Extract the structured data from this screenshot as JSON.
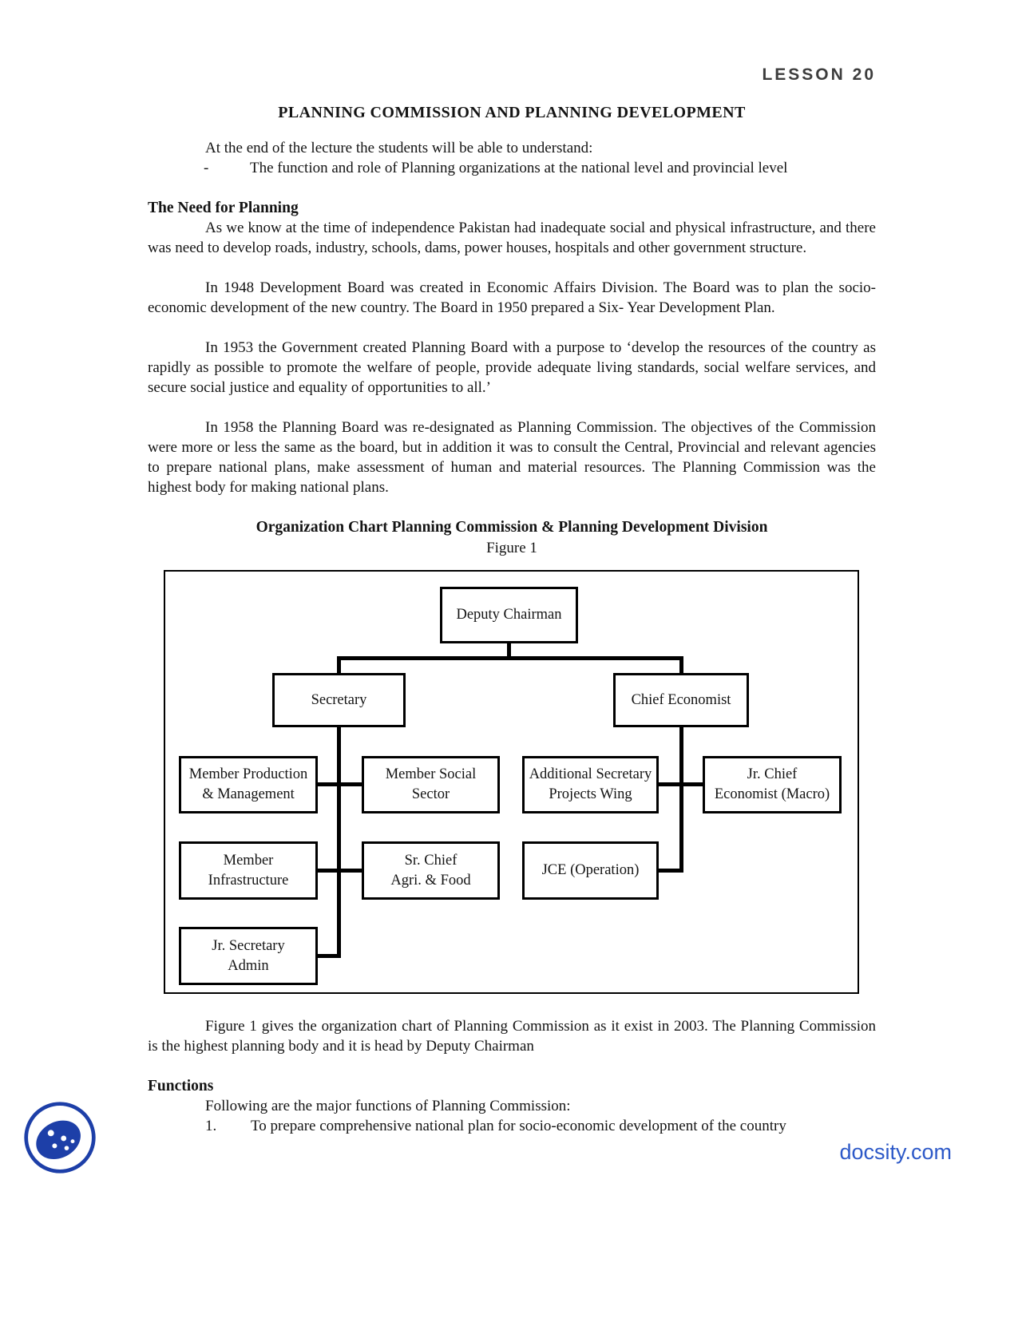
{
  "header": {
    "lesson_label": "LESSON 20",
    "title": "PLANNING COMMISSION AND PLANNING DEVELOPMENT"
  },
  "intro": {
    "lead": "At the end of the lecture the students will be able to understand:",
    "dash": "-",
    "objective": "The function and role of Planning organizations at the national level and provincial level"
  },
  "need": {
    "heading": "The Need for Planning",
    "para1": "As we know at the time of independence Pakistan had inadequate social and physical infrastructure, and there was need to develop roads, industry, schools, dams, power houses, hospitals and other government structure.",
    "para2": "In 1948 Development Board was created in Economic Affairs Division. The Board was to plan the socio-economic development of the new country. The Board in 1950 prepared a Six- Year Development Plan.",
    "para3": "In 1953 the Government created Planning Board with a purpose to ‘develop the resources of the country as rapidly as possible to promote the welfare of people, provide adequate living standards, social welfare services, and secure social justice and equality of opportunities to all.’",
    "para4": "In 1958 the Planning Board was re-designated as Planning Commission. The objectives of the Commission were more or less the same as the board, but in addition it was to consult the Central, Provincial and relevant agencies to prepare national plans, make assessment of human and material resources. The Planning Commission was the highest body for making national plans."
  },
  "figure": {
    "heading": "Organization Chart Planning Commission & Planning Development Division",
    "caption": "Figure 1",
    "nodes": {
      "deputy_chairman": "Deputy Chairman",
      "secretary": "Secretary",
      "chief_economist": "Chief Economist",
      "member_production": "Member Production\n& Management",
      "member_social": "Member Social\nSector",
      "additional_secretary": "Additional Secretary\nProjects Wing",
      "jr_chief_economist": "Jr. Chief\nEconomist (Macro)",
      "member_infrastructure": "Member\nInfrastructure",
      "sr_chief_agri": "Sr. Chief\nAgri. & Food",
      "jce_operation": "JCE (Operation)",
      "jr_secretary_admin": "Jr. Secretary\nAdmin"
    }
  },
  "closing": {
    "figure_para": "Figure 1 gives the organization chart of Planning Commission as it exist in 2003. The Planning Commission is the highest planning body and it is head by Deputy Chairman",
    "functions_heading": "Functions",
    "functions_intro": "Following are the major functions of Planning Commission:",
    "item1_number": "1.",
    "item1_text": "To prepare comprehensive national plan for socio-economic development of the country"
  },
  "footer": {
    "brand": "docsity.com",
    "logo_icon": "docsity-ball-logo"
  }
}
